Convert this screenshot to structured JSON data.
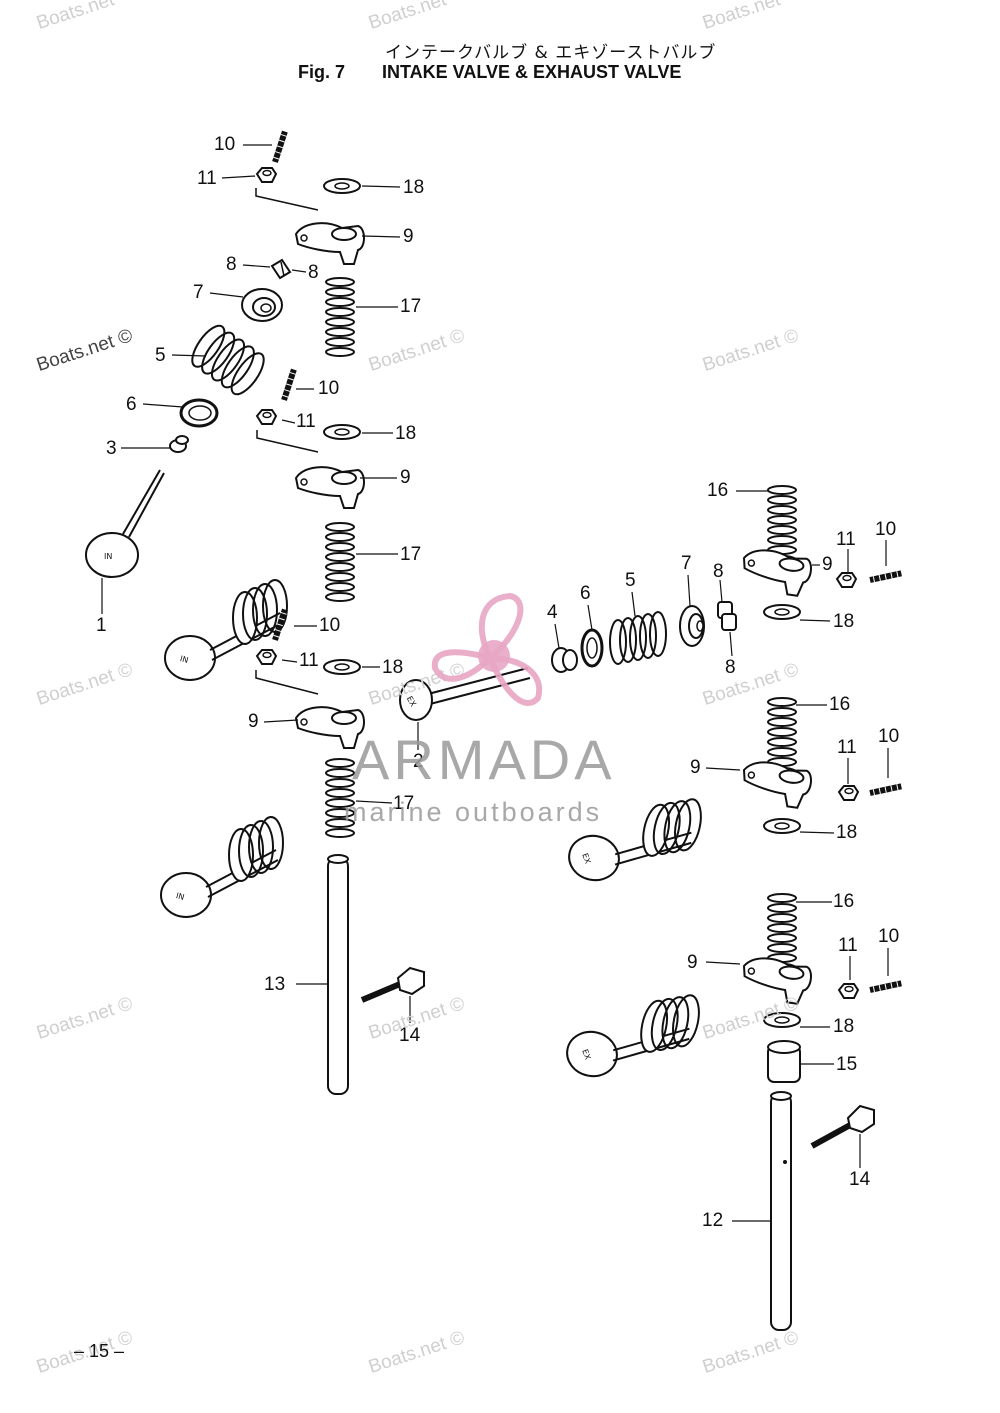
{
  "header": {
    "title_jp": "インテークバルブ & エキゾーストバルブ",
    "fig_label": "Fig. 7",
    "title": "INTAKE VALVE & EXHAUST VALVE"
  },
  "callouts": [
    {
      "id": "c10a",
      "text": "10"
    },
    {
      "id": "c11a",
      "text": "11"
    },
    {
      "id": "c18a",
      "text": "18"
    },
    {
      "id": "c9a",
      "text": "9"
    },
    {
      "id": "c8a",
      "text": "8"
    },
    {
      "id": "c8b",
      "text": "8"
    },
    {
      "id": "c7a",
      "text": "7"
    },
    {
      "id": "c17a",
      "text": "17"
    },
    {
      "id": "c5a",
      "text": "5"
    },
    {
      "id": "c6a",
      "text": "6"
    },
    {
      "id": "c3a",
      "text": "3"
    },
    {
      "id": "c10b",
      "text": "10"
    },
    {
      "id": "c11b",
      "text": "11"
    },
    {
      "id": "c18b",
      "text": "18"
    },
    {
      "id": "c9b",
      "text": "9"
    },
    {
      "id": "c17b",
      "text": "17"
    },
    {
      "id": "c1",
      "text": "1"
    },
    {
      "id": "c10c",
      "text": "10"
    },
    {
      "id": "c11c",
      "text": "11"
    },
    {
      "id": "c18c",
      "text": "18"
    },
    {
      "id": "c9c",
      "text": "9"
    },
    {
      "id": "c17c",
      "text": "17"
    },
    {
      "id": "c2",
      "text": "2"
    },
    {
      "id": "c4",
      "text": "4"
    },
    {
      "id": "c6b",
      "text": "6"
    },
    {
      "id": "c5b",
      "text": "5"
    },
    {
      "id": "c7b",
      "text": "7"
    },
    {
      "id": "c8c",
      "text": "8"
    },
    {
      "id": "c8d",
      "text": "8"
    },
    {
      "id": "c16a",
      "text": "16"
    },
    {
      "id": "c9d",
      "text": "9"
    },
    {
      "id": "c11d",
      "text": "11"
    },
    {
      "id": "c10d",
      "text": "10"
    },
    {
      "id": "c18d",
      "text": "18"
    },
    {
      "id": "c16b",
      "text": "16"
    },
    {
      "id": "c9e",
      "text": "9"
    },
    {
      "id": "c11e",
      "text": "11"
    },
    {
      "id": "c10e",
      "text": "10"
    },
    {
      "id": "c18e",
      "text": "18"
    },
    {
      "id": "c16c",
      "text": "16"
    },
    {
      "id": "c9f",
      "text": "9"
    },
    {
      "id": "c11f",
      "text": "11"
    },
    {
      "id": "c10f",
      "text": "10"
    },
    {
      "id": "c18f",
      "text": "18"
    },
    {
      "id": "c15",
      "text": "15"
    },
    {
      "id": "c13",
      "text": "13"
    },
    {
      "id": "c14a",
      "text": "14"
    },
    {
      "id": "c14b",
      "text": "14"
    },
    {
      "id": "c12",
      "text": "12"
    }
  ],
  "valve_marks": {
    "intake": "IN",
    "exhaust": "EX"
  },
  "watermark": "Boats.net ©",
  "watermark_short": "Boats.net",
  "logo": {
    "name": "ARMADA",
    "tagline": "marine outboards",
    "color": "#e8a6c4"
  },
  "page_number": "– 15 –"
}
